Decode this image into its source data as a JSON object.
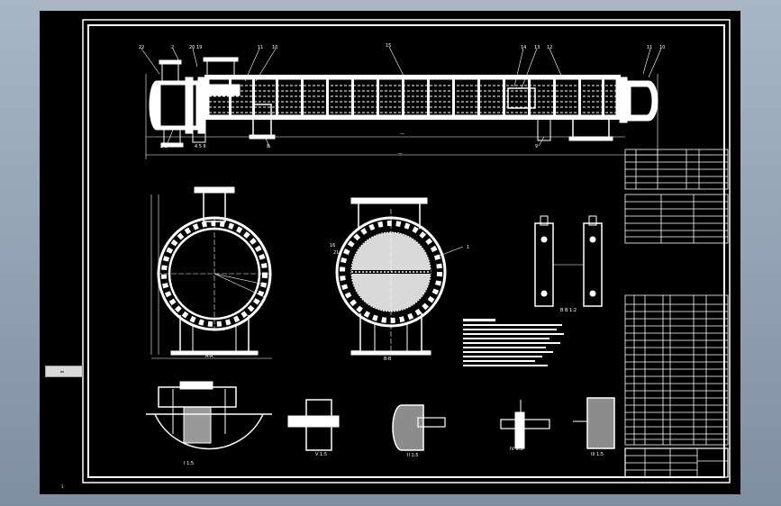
{
  "colors": {
    "background": "#98a6b6",
    "sheet": "#000000",
    "lines": "#ffffff",
    "tab": "#d9d9d9"
  },
  "views": {
    "front": "Heat exchanger elevation view",
    "section_a": "Section A-A",
    "section_b": "Section B-B",
    "support_detail": "Support detail",
    "details": [
      "Detail I",
      "Detail II",
      "Detail III",
      "Detail IV",
      "Detail V"
    ]
  },
  "icons": {
    "side_tab": "panel-toggle-icon"
  }
}
